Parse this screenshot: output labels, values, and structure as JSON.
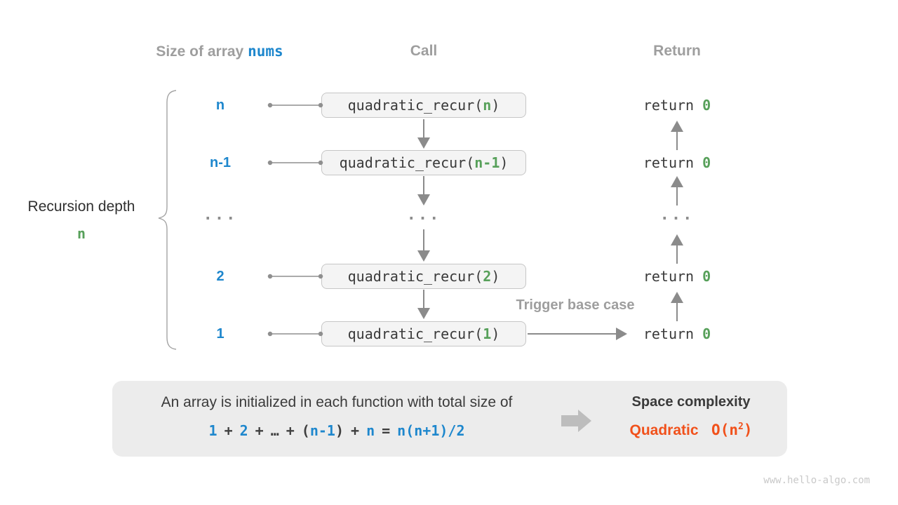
{
  "colors": {
    "blue": "#1e87cd",
    "green": "#57a05a",
    "header_gray": "#9e9e9e",
    "code_dark": "#3a3a3a",
    "orange": "#f1511b",
    "box_bg": "#f4f4f4",
    "panel_bg": "#ececec",
    "arrow_gray": "#8b8b8b"
  },
  "headers": {
    "size_label": "Size of array",
    "size_code": "nums",
    "call": "Call",
    "ret": "Return"
  },
  "left": {
    "label": "Recursion depth",
    "value": "n"
  },
  "ellipsis": "...",
  "rows": [
    {
      "size": "n",
      "call_prefix": "quadratic_recur(",
      "call_arg": "n",
      "call_suffix": ")",
      "ret_kw": "return ",
      "ret_val": "0"
    },
    {
      "size": "n-1",
      "call_prefix": "quadratic_recur(",
      "call_arg": "n-1",
      "call_suffix": ")",
      "ret_kw": "return ",
      "ret_val": "0"
    },
    {
      "size": "2",
      "call_prefix": "quadratic_recur(",
      "call_arg": "2",
      "call_suffix": ")",
      "ret_kw": "return ",
      "ret_val": "0"
    },
    {
      "size": "1",
      "call_prefix": "quadratic_recur(",
      "call_arg": "1",
      "call_suffix": ")",
      "ret_kw": "return ",
      "ret_val": "0"
    }
  ],
  "trigger_label": "Trigger base case",
  "panel": {
    "line1": "An array is initialized in each function with total size of",
    "formula_tokens": [
      {
        "t": "1",
        "c": "blue"
      },
      {
        "t": "+",
        "c": "dark"
      },
      {
        "t": "2",
        "c": "blue"
      },
      {
        "t": "+",
        "c": "dark"
      },
      {
        "t": "…",
        "c": "dark"
      },
      {
        "t": "+",
        "c": "dark"
      },
      {
        "t": "(",
        "c": "dark",
        "g": "r"
      },
      {
        "t": "n-1",
        "c": "blue",
        "g": "b"
      },
      {
        "t": ")",
        "c": "dark",
        "g": "l"
      },
      {
        "t": "+",
        "c": "dark"
      },
      {
        "t": "n",
        "c": "blue"
      },
      {
        "t": "=",
        "c": "dark"
      },
      {
        "t": "n(n+1)/2",
        "c": "blue"
      }
    ],
    "space_title": "Space complexity",
    "complexity_word": "Quadratic",
    "complexity_o_open": "O(n",
    "complexity_sup": "2",
    "complexity_close": ")"
  },
  "watermark": "www.hello-algo.com"
}
